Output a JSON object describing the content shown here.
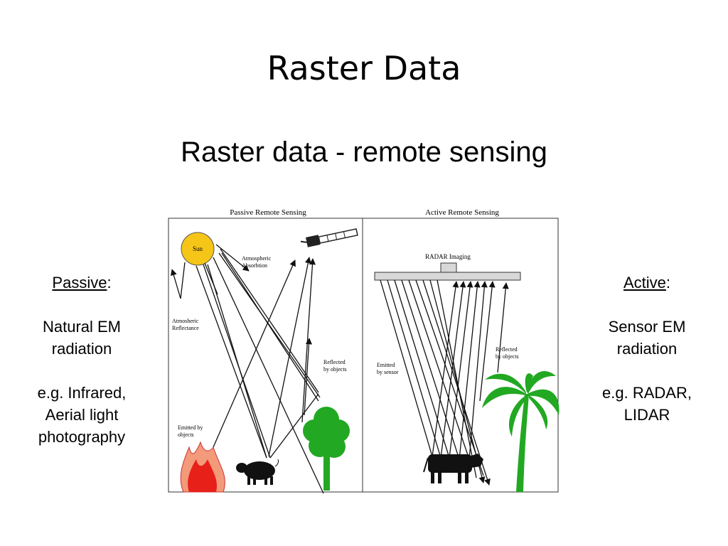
{
  "slide": {
    "title": "Raster Data",
    "subtitle": "Raster data - remote sensing"
  },
  "passive": {
    "heading": "Passive",
    "line1": "Natural EM",
    "line2": "radiation",
    "ex1": "e.g. Infrared,",
    "ex2": "Aerial light",
    "ex3": "photography"
  },
  "active": {
    "heading": "Active",
    "line1": "Sensor EM",
    "line2": "radiation",
    "ex1": "e.g. RADAR,",
    "ex2": "LIDAR"
  },
  "diagram": {
    "passive_title": "Passive Remote Sensing",
    "active_title": "Active Remote Sensing",
    "sun": "Sun",
    "atm_abs_1": "Atmospheric",
    "atm_abs_2": "Absorbtion",
    "atm_ref_1": "Atmosheric",
    "atm_ref_2": "Reflectance",
    "refl_1": "Reflected",
    "refl_2": "by objects",
    "emit_1": "Emitted by",
    "emit_2": "objects",
    "radar": "RADAR Imaging",
    "emitted_sensor_1": "Emitted",
    "emitted_sensor_2": "by sensor",
    "refl_active_1": "Reflected",
    "refl_active_2": "by objects",
    "sun_color": "#f5c518",
    "tree_color": "#22a822",
    "fire_color": "#e8201a"
  }
}
